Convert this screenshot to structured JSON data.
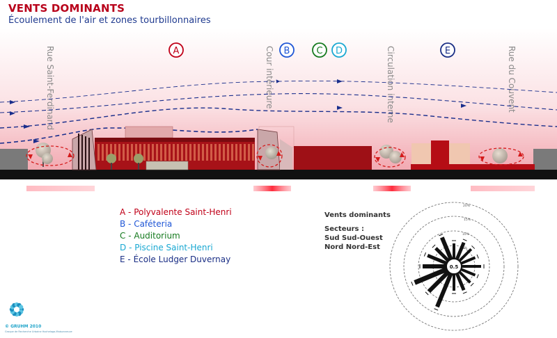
{
  "header": {
    "title": "VENTS DOMINANTS",
    "subtitle": "Écoulement de l'air et zones tourbillonnaires"
  },
  "streets": [
    {
      "name": "Rue Saint-Ferdinand"
    },
    {
      "name": "Cour intérieure"
    },
    {
      "name": "Circulation interne"
    },
    {
      "name": "Rue du Couvent"
    }
  ],
  "markers": [
    {
      "letter": "A",
      "color": "#c00018"
    },
    {
      "letter": "B",
      "color": "#1f56d6"
    },
    {
      "letter": "C",
      "color": "#167a1f"
    },
    {
      "letter": "D",
      "color": "#19a8d2"
    },
    {
      "letter": "E",
      "color": "#1a2e85"
    }
  ],
  "legend": [
    {
      "letter": "A",
      "label": "Polyvalente Saint-Henri",
      "color": "#c00018"
    },
    {
      "letter": "B",
      "label": "Caféteria",
      "color": "#1f56d6"
    },
    {
      "letter": "C",
      "label": "Auditorium",
      "color": "#167a1f"
    },
    {
      "letter": "D",
      "label": "Piscine Saint-Henri",
      "color": "#19a8d2"
    },
    {
      "letter": "E",
      "label": "École Ludger Duvernay",
      "color": "#1a2e85"
    }
  ],
  "wind_panel": {
    "heading": "Vents dominants",
    "sectors_label": "Secteurs :",
    "sectors": [
      "Sud Sud-Ouest",
      "Nord Nord-Est"
    ]
  },
  "wind_rose": {
    "center_label": "0.5",
    "ring_labels": [
      "20%",
      "15%",
      "10%",
      "5%"
    ]
  },
  "credit": {
    "line1": "© GRUHM 2010",
    "line2": "Groupe de Recherche Urbaine Hochelaga-Maisonneuve"
  },
  "colors": {
    "title": "#b8001a",
    "subtitle": "#1f3a8f",
    "flow_arrows": "#1a2e8c",
    "vortex": "#d41a1a",
    "building": "#9e1016",
    "sky_top": "#ffffff",
    "sky_bottom": "#f2aab2",
    "ground": "#111111"
  }
}
